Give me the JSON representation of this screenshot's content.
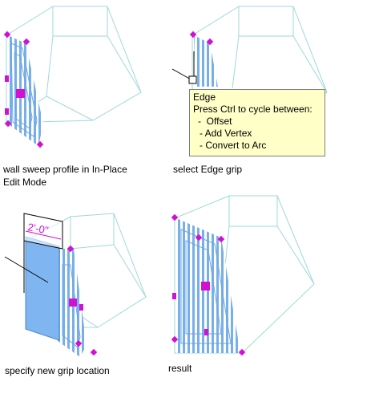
{
  "panels": [
    {
      "caption_line1": "wall sweep profile in In-Place",
      "caption_line2": "Edit Mode"
    },
    {
      "caption_line1": "select Edge grip"
    },
    {
      "caption_line1": "specify new grip location"
    },
    {
      "caption_line1": "result"
    }
  ],
  "tooltip": {
    "title": "Edge",
    "line1": "Press Ctrl to cycle between:",
    "item1": "-  Offset",
    "item2": "- Add Vertex",
    "item3": "- Convert to Arc"
  },
  "dimension_text": "2'-0\"",
  "colors": {
    "frame": "#9fd8d8",
    "hatch": "#6aa6e6",
    "grip": "#d40fd4",
    "fill": "#7fb6f2"
  }
}
